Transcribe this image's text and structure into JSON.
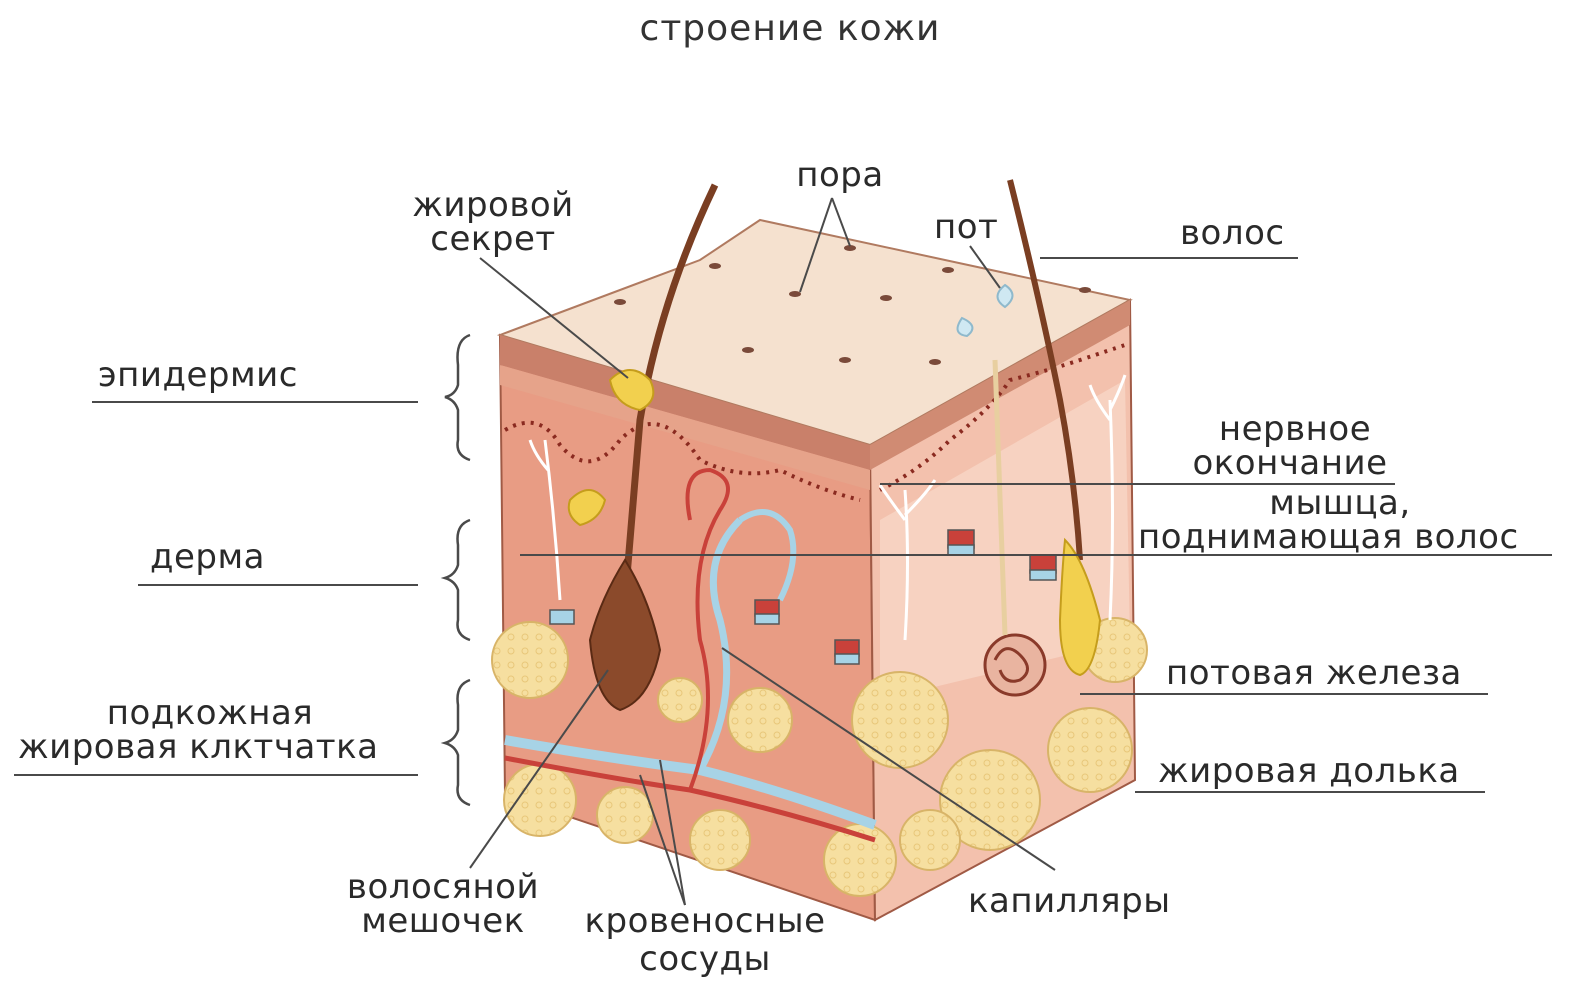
{
  "title": "строение кожи",
  "labels": {
    "pora": "пора",
    "fat_secret_1": "жировой",
    "fat_secret_2": "секрет",
    "pot": "пот",
    "volos": "волос",
    "epidermis": "эпидермис",
    "nerve_1": "нервное",
    "nerve_2": "окончание",
    "muscle_1": "мышца,",
    "muscle_2": "поднимающая волос",
    "derma": "дерма",
    "sweat_gland": "потовая железа",
    "subcut_1": "подкожная",
    "subcut_2": "жировая клктчатка",
    "fat_lobule": "жировая долька",
    "follicle_1": "волосяной",
    "follicle_2": "мешочек",
    "vessels_1": "кровеносные",
    "vessels_2": "сосуды",
    "capillaries": "капилляры"
  },
  "colors": {
    "skin_top": "#f3dcc8",
    "epidermis": "#d9967a",
    "dermis": "#e9a088",
    "dermis_light": "#f4c4b0",
    "fat": "#f6dfa0",
    "vein": "#a7d3e6",
    "artery": "#c9413a",
    "hair": "#7a3e22",
    "lines": "#4a4a4a"
  }
}
